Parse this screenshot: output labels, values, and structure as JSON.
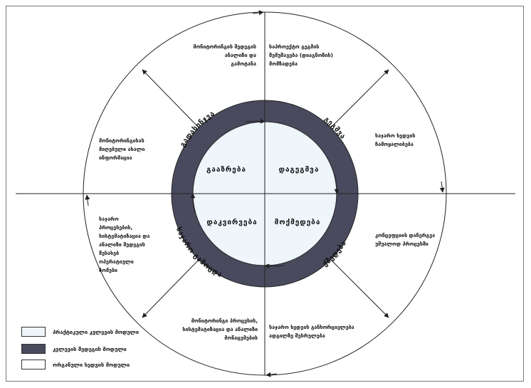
{
  "colors": {
    "inner_fill": "#eef6fb",
    "ring_fill": "#4a4a5e",
    "outer_fill": "#ffffff",
    "stroke": "#222222"
  },
  "diagram": {
    "inner": {
      "top_left": "გააზრება",
      "top_right": "დაგეგმვა",
      "bottom_left": "დაკვირვება",
      "bottom_right": "მოქმედება"
    },
    "ring": {
      "top_left": "გადასინჯვა",
      "top_right": "გეგმვა",
      "bottom_right": "ქმედება",
      "bottom_left": "საჯარო გამოცდა"
    },
    "outer": {
      "top_left": [
        "მონიტორინგის შედეგის",
        "ანალიზი და",
        "გამოტანა"
      ],
      "top_right": [
        "საპროექტო გეგმის",
        "შემუშავება (დიაგნოზის)",
        "მომზადება"
      ],
      "right_upper": [
        "საჯარო ხედვის",
        "ჩამოყალიბება"
      ],
      "right_lower": [
        "კონცეფციის დანერგვა",
        "უშუალოდ პროცესში"
      ],
      "bottom_right": [
        "საჯარო ხედვის განხორციელება",
        "ადგილზე შესრულება"
      ],
      "bottom_left": [
        "მონიტორინგი პროცესის,",
        "სისტემატიზაცია და ანალიზი",
        "მონაცემების"
      ],
      "left_lower": [
        "საჯარო",
        "პროცესების,",
        "სისტემატიზაცია და",
        "ანალიზი შედეგის",
        "შესახებ",
        "ოპერატიული",
        "ზომები"
      ],
      "left_upper": [
        "მონიტორინგისას",
        "მიღებული ახალი",
        "ინფორმაცია"
      ]
    }
  },
  "legend": [
    {
      "label": "პრაქტიკული კვლევის მოდული"
    },
    {
      "label": "კვლევის შედეგის მოდული"
    },
    {
      "label": "ორგანული ხედვის მოდული"
    }
  ]
}
